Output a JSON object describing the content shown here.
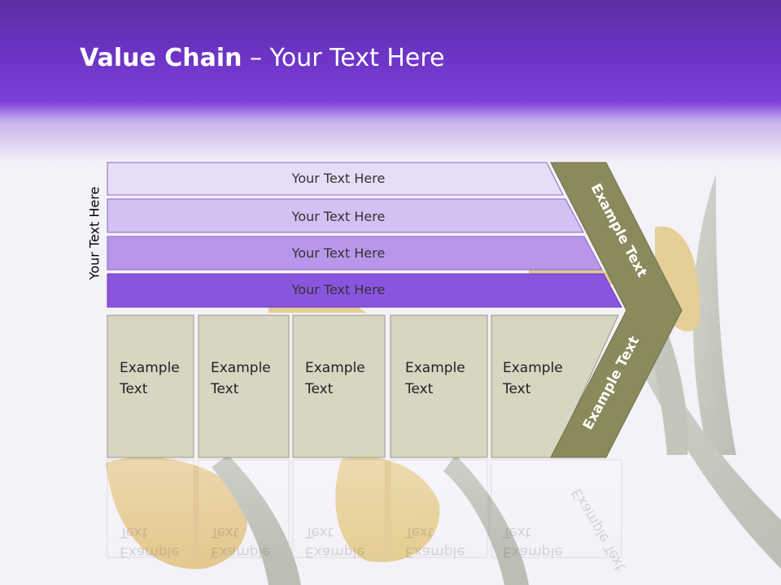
{
  "slide": {
    "title_bold": "Value Chain",
    "title_rest": " – Your Text Here",
    "side_label": "Your Text Here"
  },
  "bars": [
    {
      "label": "Your Text Here",
      "fill": "#e6ddf7"
    },
    {
      "label": "Your Text Here",
      "fill": "#d2c1f2"
    },
    {
      "label": "Your Text Here",
      "fill": "#b896ea"
    },
    {
      "label": "Your Text Here",
      "fill": "#8a55de"
    }
  ],
  "boxes": [
    {
      "line1": "Example",
      "line2": "Text"
    },
    {
      "line1": "Example",
      "line2": "Text"
    },
    {
      "line1": "Example",
      "line2": "Text"
    },
    {
      "line1": "Example",
      "line2": "Text"
    },
    {
      "line1": "Example",
      "line2": "Text"
    }
  ],
  "chevron": {
    "upper_label": "Example Text",
    "lower_label": "Example Text",
    "fill": "#8a8a5c"
  },
  "colors": {
    "header_purple": "#6a33c2",
    "box_fill": "#d6d6c2",
    "box_stroke": "#9a9a86"
  }
}
